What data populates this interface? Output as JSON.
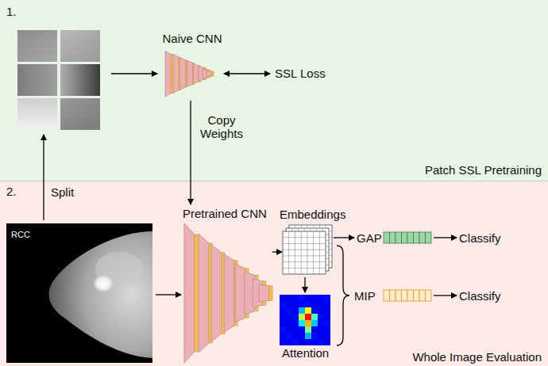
{
  "diagram": {
    "nodes": [
      {
        "text": [
          "1.",
          "Patch SSL Pretraining"
        ]
      },
      {
        "text": [
          "2.",
          "Whole Image Evaluation"
        ]
      },
      {
        "text": [
          "Naive CNN"
        ],
        "in": 0
      },
      {
        "text": [
          "Pretrained CNN"
        ],
        "in": 1
      }
    ],
    "edges": [
      {
        "from": 2,
        "to": 3,
        "arrow": "to",
        "label": "Copy Weights"
      }
    ],
    "labels": [
      "Split",
      "SSL Loss",
      "RCC",
      "Embeddings",
      "GAP",
      "Classify",
      "MIP",
      "Classify",
      "Attention"
    ]
  }
}
